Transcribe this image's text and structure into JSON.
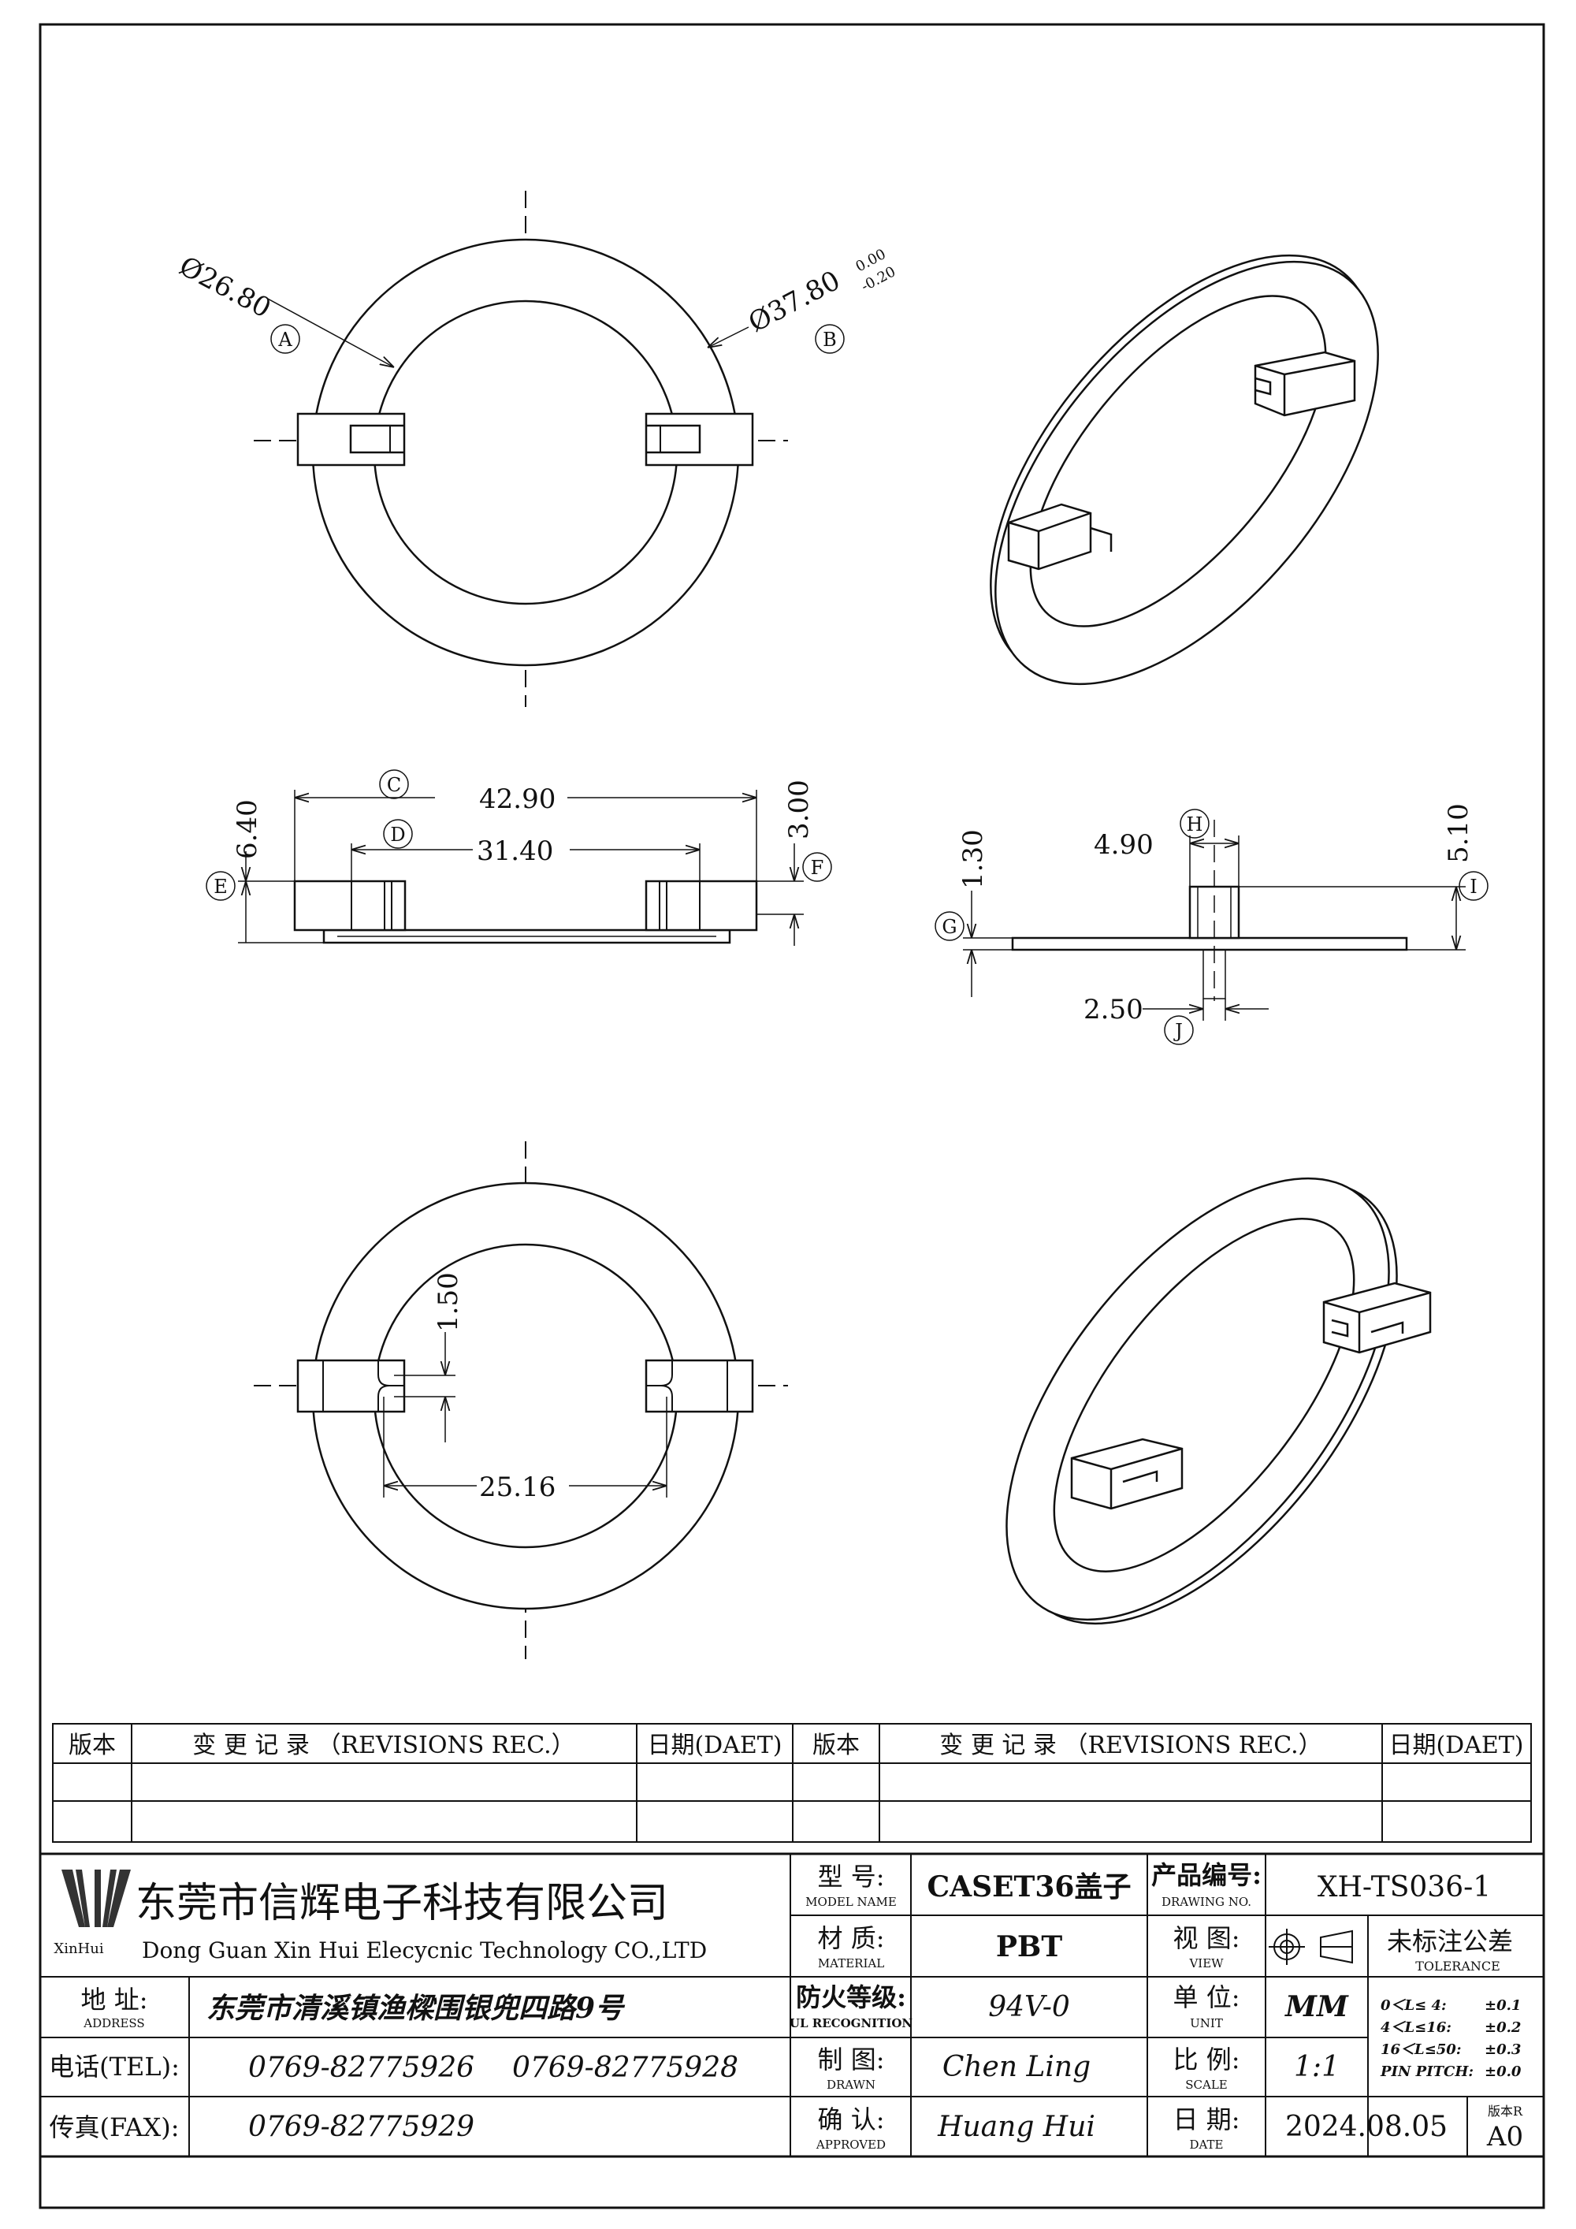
{
  "dimensions": {
    "inner_dia": "Ø26.80",
    "outer_dia": "Ø37.80",
    "outer_tol_upper": "0.00",
    "outer_tol_lower": "-0.20",
    "overall_width": "42.90",
    "inner_width": "31.40",
    "height_total": "6.40",
    "height_slot": "3.00",
    "base_thickness": "1.30",
    "tab_width": "4.90",
    "tab_height": "5.10",
    "slot_width": "2.50",
    "slot_gap": "1.50",
    "slot_span": "25.16"
  },
  "bubbles": {
    "a": "A",
    "b": "B",
    "c": "C",
    "d": "D",
    "e": "E",
    "f": "F",
    "g": "G",
    "h": "H",
    "i": "I",
    "j": "J"
  },
  "revisions": {
    "col_version": "版本",
    "col_record": "变 更 记 录 （REVISIONS REC.）",
    "col_date": "日期(DAET)"
  },
  "title_block": {
    "company_cn": "东莞市信辉电子科技有限公司",
    "company_en": "Dong Guan Xin Hui Elecycnic Technology CO.,LTD",
    "logo_text": "XinHui",
    "address_label": "地  址:",
    "address_sub": "ADDRESS",
    "address_value": "东莞市清溪镇渔樑围银兜四路9号",
    "tel_label": "电话(TEL):",
    "tel_value_1": "0769-82775926",
    "tel_value_2": "0769-82775928",
    "fax_label": "传真(FAX):",
    "fax_value": "0769-82775929",
    "model_label": "型  号:",
    "model_sub": "MODEL NAME",
    "model_value": "CASET36盖子",
    "material_label": "材  质:",
    "material_sub": "MATERIAL",
    "material_value": "PBT",
    "fire_label": "防火等级:",
    "fire_sub": "UL RECOGNITION",
    "fire_value": "94V-0",
    "drawn_label": "制  图:",
    "drawn_sub": "DRAWN",
    "drawn_value": "Chen Ling",
    "approved_label": "确  认:",
    "approved_sub": "APPROVED",
    "approved_value": "Huang Hui",
    "drawing_no_label": "产品编号:",
    "drawing_no_sub": "DRAWING NO.",
    "drawing_no_value": "XH-TS036-1",
    "view_label": "视  图:",
    "view_sub": "VIEW",
    "unit_label": "单  位:",
    "unit_sub": "UNIT",
    "unit_value": "MM",
    "scale_label": "比  例:",
    "scale_sub": "SCALE",
    "scale_value": "1:1",
    "date_label": "日  期:",
    "date_sub": "DATE",
    "date_value": "2024.08.05",
    "tolerance_label": "未标注公差",
    "tolerance_sub": "TOLERANCE",
    "tol_r1_range": "0＜L≤ 4:",
    "tol_r1_val": "±0.1",
    "tol_r2_range": "4＜L≤16:",
    "tol_r2_val": "±0.2",
    "tol_r3_range": "16＜L≤50:",
    "tol_r3_val": "±0.3",
    "tol_r4_range": "PIN PITCH:",
    "tol_r4_val": "±0.0",
    "version_label": "版本R",
    "version_value": "A0"
  },
  "icons": {
    "view_symbol": "first-angle-projection-icon",
    "logo": "xinhui-logo-icon"
  }
}
